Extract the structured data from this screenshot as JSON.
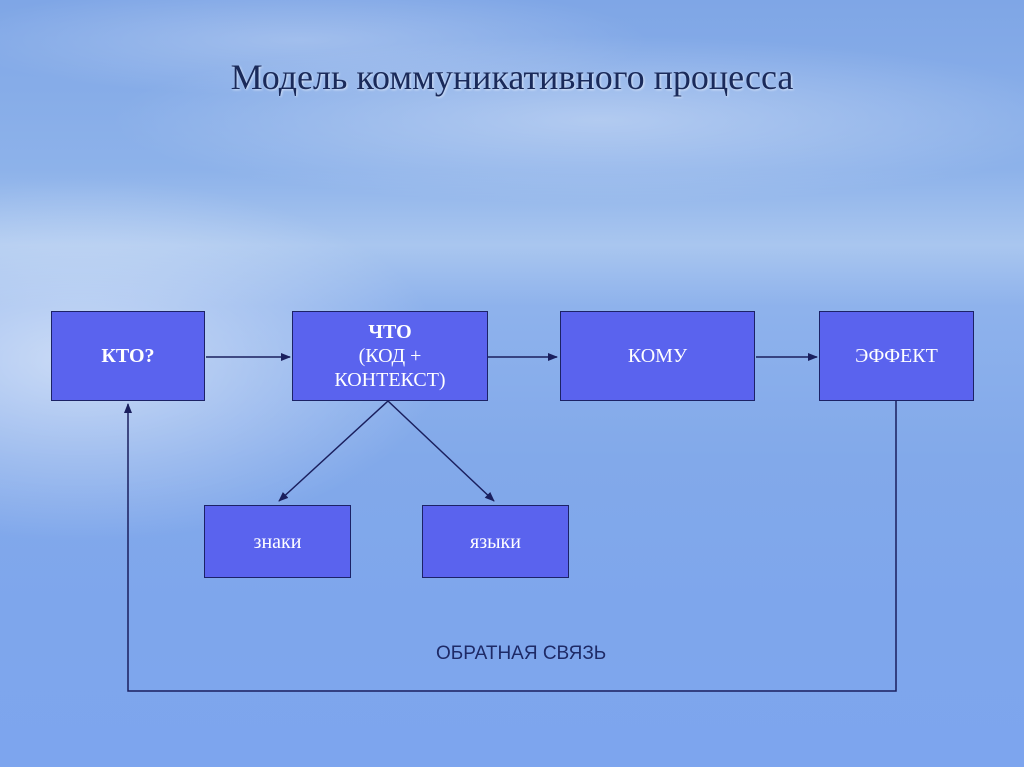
{
  "title": "Модель коммуникативного процесса",
  "boxes": {
    "who": "КТО?",
    "what_line1": "ЧТО",
    "what_line2": "(КОД +",
    "what_line3": "КОНТЕКСТ)",
    "whom": "КОМУ",
    "effect": "ЭФФЕКТ",
    "signs": "знаки",
    "languages": "языки"
  },
  "feedback_label": "ОБРАТНАЯ СВЯЗЬ",
  "colors": {
    "box_fill": "#5a63ee",
    "box_border": "#1c2266",
    "arrow": "#1a1f5e"
  }
}
